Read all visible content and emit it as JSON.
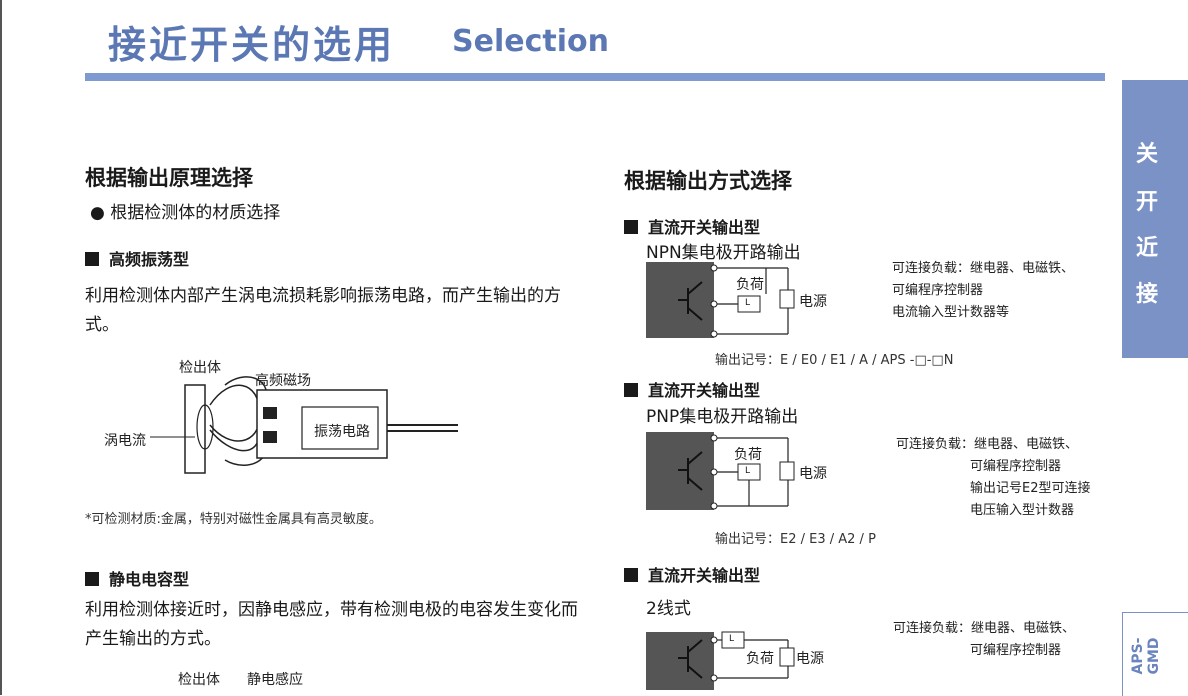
{
  "header": {
    "title_cn": "接近开关的选用",
    "title_en": "Selection"
  },
  "side_tab": {
    "chars": [
      "关",
      "开",
      "近",
      "接"
    ],
    "code": "APS-GMD"
  },
  "left": {
    "heading": "根据输出原理选择",
    "bullet": "● 根据检测体的材质选择",
    "sections": [
      {
        "title": "高频振荡型",
        "body": "利用检测体内部产生涡电流损耗影响振荡电路，而产生输出的方式。",
        "diagram": {
          "label_detect": "检出体",
          "label_field": "高频磁场",
          "label_eddy": "涡电流",
          "label_osc": "振荡电路"
        },
        "note": "*可检测材质:金属，特别对磁性金属具有高灵敏度。"
      },
      {
        "title": "静电电容型",
        "body": "利用检测体接近时，因静电感应，带有检测电极的电容发生变化而产生输出的方式。",
        "diagram": {
          "label_detect": "检出体",
          "label_induct": "静电感应"
        }
      }
    ]
  },
  "right": {
    "heading": "根据输出方式选择",
    "blocks": [
      {
        "title": "直流开关输出型",
        "subtitle": "NPN集电极开路输出",
        "load": "负荷",
        "power": "电源",
        "L": "L",
        "notes": [
          "可连接负载：继电器、电磁铁、",
          "可编程序控制器",
          "电流输入型计数器等"
        ],
        "code": "输出记号：E / E0 / E1 / A / APS -□-□N"
      },
      {
        "title": "直流开关输出型",
        "subtitle": "PNP集电极开路输出",
        "load": "负荷",
        "power": "电源",
        "L": "L",
        "notes": [
          "可连接负载：继电器、电磁铁、",
          "可编程序控制器",
          "输出记号E2型可连接",
          "电压输入型计数器"
        ],
        "code": "输出记号：E2 / E3 / A2 / P"
      },
      {
        "title": "直流开关输出型",
        "subtitle": "2线式",
        "load": "负荷",
        "power": "电源",
        "L": "L",
        "notes": [
          "可连接负载：继电器、电磁铁、",
          "可编程序控制器"
        ]
      }
    ]
  }
}
